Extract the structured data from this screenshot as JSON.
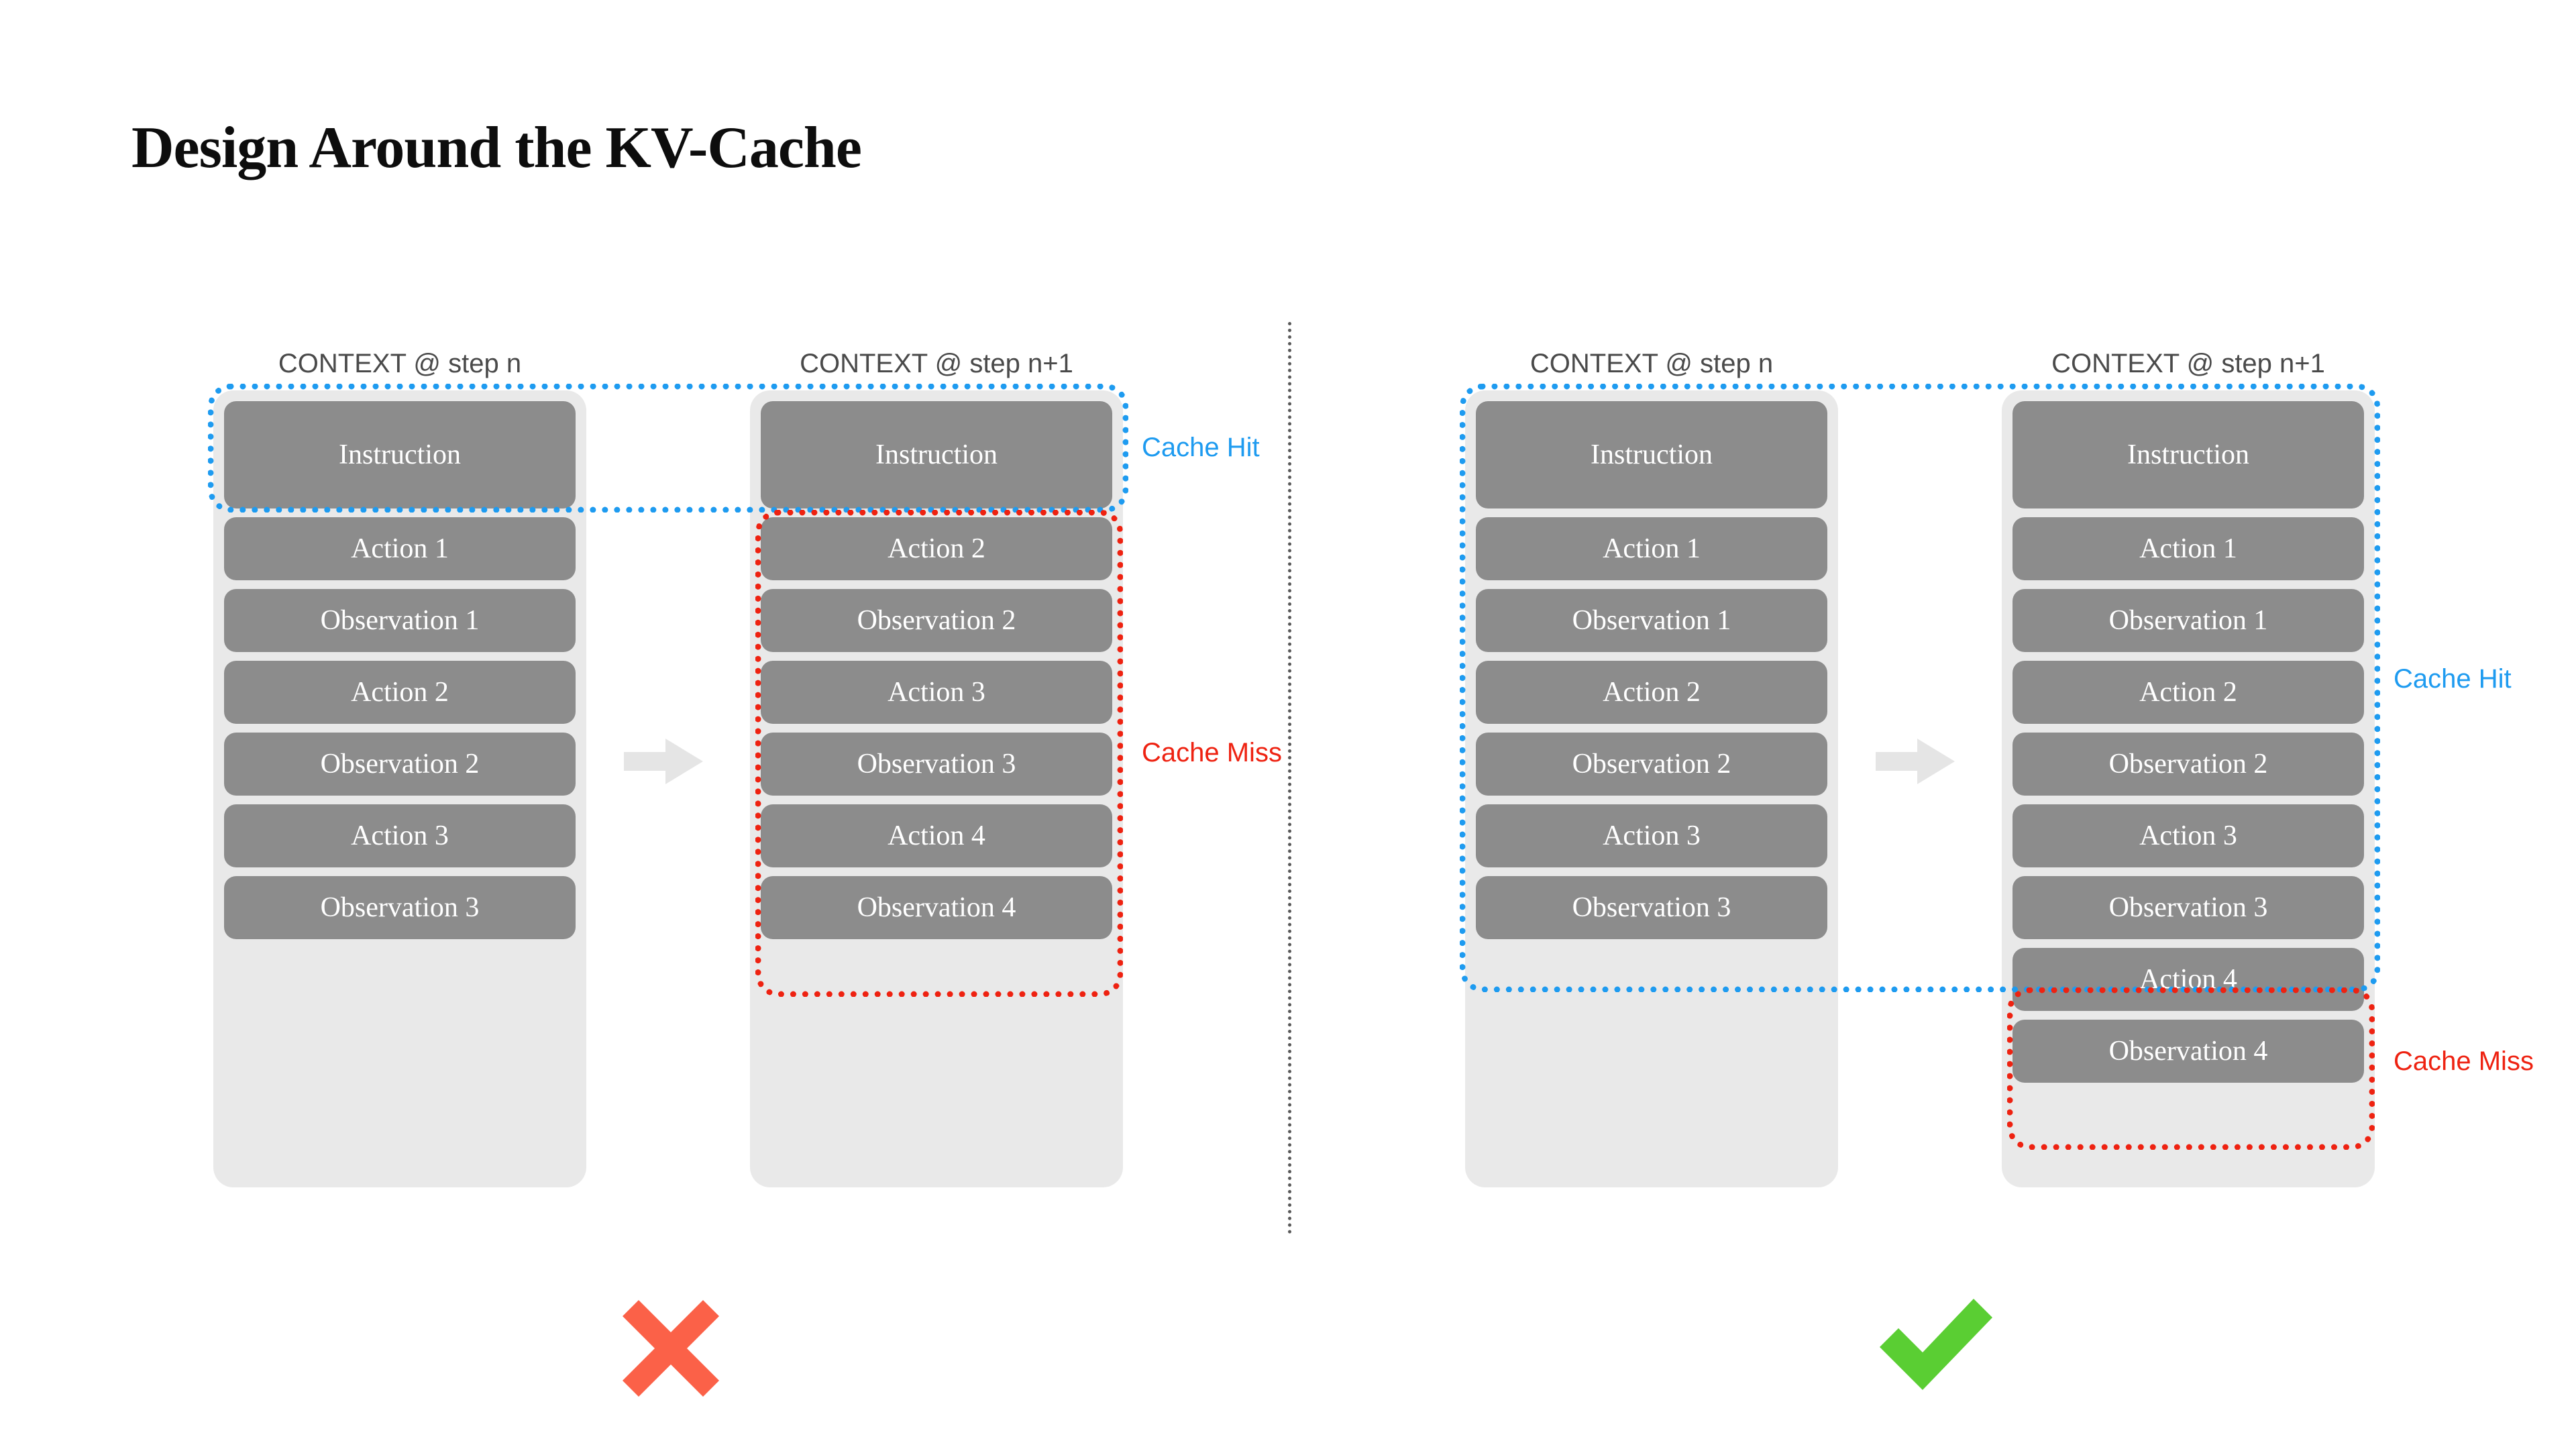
{
  "title": "Design Around the KV-Cache",
  "colors": {
    "cache_hit": "#1e9bf0",
    "cache_miss": "#ee2211",
    "token_box": "#8c8c8c",
    "column_bg": "#e9e9e9",
    "arrow": "#e5e5e5",
    "cross_mark": "#fb6148",
    "check_mark": "#5ace33",
    "divider": "#595959",
    "title_text": "#0d0d0d",
    "header_text": "#4a4a4a"
  },
  "labels": {
    "cache_hit": "Cache Hit",
    "cache_miss": "Cache Miss",
    "step_n": "CONTEXT @ step n",
    "step_n_plus_1": "CONTEXT @ step n+1",
    "arrow_icon": "right-arrow-icon",
    "cross_icon": "cross-mark-icon",
    "check_icon": "check-mark-icon",
    "divider_icon": "vertical-dotted-divider"
  },
  "panels": [
    {
      "id": "bad",
      "verdict": "cross",
      "columns": [
        {
          "header": "CONTEXT @ step n",
          "tokens": [
            {
              "label": "Instruction",
              "tall": true
            },
            {
              "label": "Action 1",
              "tall": false
            },
            {
              "label": "Observation 1",
              "tall": false
            },
            {
              "label": "Action 2",
              "tall": false
            },
            {
              "label": "Observation 2",
              "tall": false
            },
            {
              "label": "Action 3",
              "tall": false
            },
            {
              "label": "Observation 3",
              "tall": false
            }
          ]
        },
        {
          "header": "CONTEXT @ step n+1",
          "tokens": [
            {
              "label": "Instruction",
              "tall": true
            },
            {
              "label": "Action 2",
              "tall": false
            },
            {
              "label": "Observation 2",
              "tall": false
            },
            {
              "label": "Action 3",
              "tall": false
            },
            {
              "label": "Observation 3",
              "tall": false
            },
            {
              "label": "Action 4",
              "tall": false
            },
            {
              "label": "Observation 4",
              "tall": false
            }
          ]
        }
      ],
      "regions": [
        {
          "kind": "hit",
          "label": "Cache Hit"
        },
        {
          "kind": "miss",
          "label": "Cache Miss"
        }
      ]
    },
    {
      "id": "good",
      "verdict": "check",
      "columns": [
        {
          "header": "CONTEXT @ step n",
          "tokens": [
            {
              "label": "Instruction",
              "tall": true
            },
            {
              "label": "Action 1",
              "tall": false
            },
            {
              "label": "Observation 1",
              "tall": false
            },
            {
              "label": "Action 2",
              "tall": false
            },
            {
              "label": "Observation 2",
              "tall": false
            },
            {
              "label": "Action 3",
              "tall": false
            },
            {
              "label": "Observation 3",
              "tall": false
            }
          ]
        },
        {
          "header": "CONTEXT @ step n+1",
          "tokens": [
            {
              "label": "Instruction",
              "tall": true
            },
            {
              "label": "Action 1",
              "tall": false
            },
            {
              "label": "Observation 1",
              "tall": false
            },
            {
              "label": "Action 2",
              "tall": false
            },
            {
              "label": "Observation 2",
              "tall": false
            },
            {
              "label": "Action 3",
              "tall": false
            },
            {
              "label": "Observation 3",
              "tall": false
            },
            {
              "label": "Action 4",
              "tall": false
            },
            {
              "label": "Observation 4",
              "tall": false
            }
          ]
        }
      ],
      "regions": [
        {
          "kind": "hit",
          "label": "Cache Hit"
        },
        {
          "kind": "miss",
          "label": "Cache Miss"
        }
      ]
    }
  ]
}
